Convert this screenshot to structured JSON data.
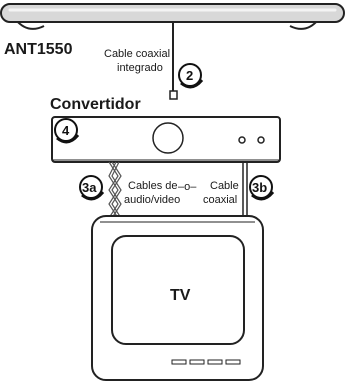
{
  "antenna": {
    "model": "ANT1550"
  },
  "labels": {
    "integrated_cable_line1": "Cable coaxial",
    "integrated_cable_line2": "integrado",
    "converter_title": "Convertidor",
    "av_cables_line1": "Cables de",
    "av_cables_line2": "audio/video",
    "coax_cable_line1": "Cable",
    "coax_cable_line2": "coaxial",
    "connector_symbol": "–o–",
    "tv": "TV"
  },
  "callouts": {
    "step_2": "2",
    "step_4": "4",
    "step_3a": "3a",
    "step_3b": "3b"
  }
}
